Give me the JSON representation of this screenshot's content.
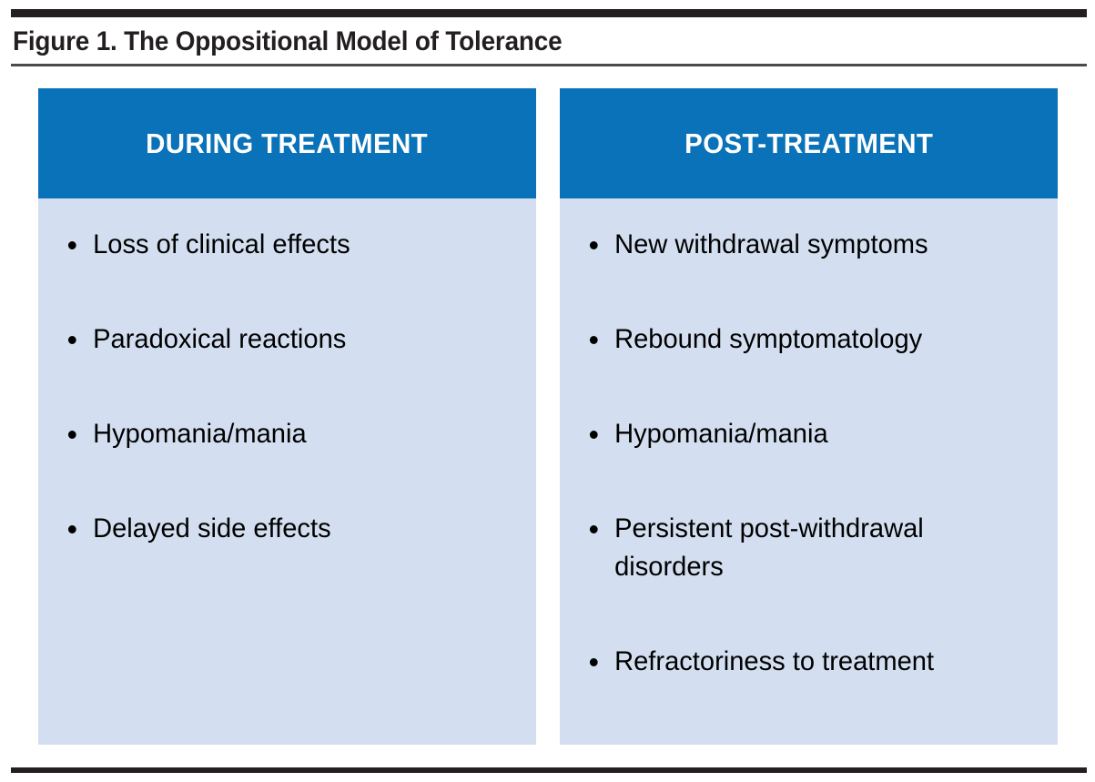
{
  "figure": {
    "caption": "Figure 1. The Oppositional Model of Tolerance",
    "colors": {
      "rule": "#231f20",
      "caption_rule": "#4a4a4a",
      "header_blue": "#0a72b8",
      "body_blue": "#d3dff0",
      "header_text": "#ffffff",
      "body_text": "#000000"
    }
  },
  "columns": [
    {
      "id": "during-treatment",
      "header": "DURING TREATMENT",
      "items": [
        "Loss of clinical effects",
        "Paradoxical reactions",
        "Hypomania/mania",
        "Delayed side effects"
      ]
    },
    {
      "id": "post-treatment",
      "header": "POST-TREATMENT",
      "items": [
        "New withdrawal symptoms",
        "Rebound symptomatology",
        "Hypomania/mania",
        "Persistent post-withdrawal disorders",
        "Refractoriness to treatment"
      ]
    }
  ]
}
